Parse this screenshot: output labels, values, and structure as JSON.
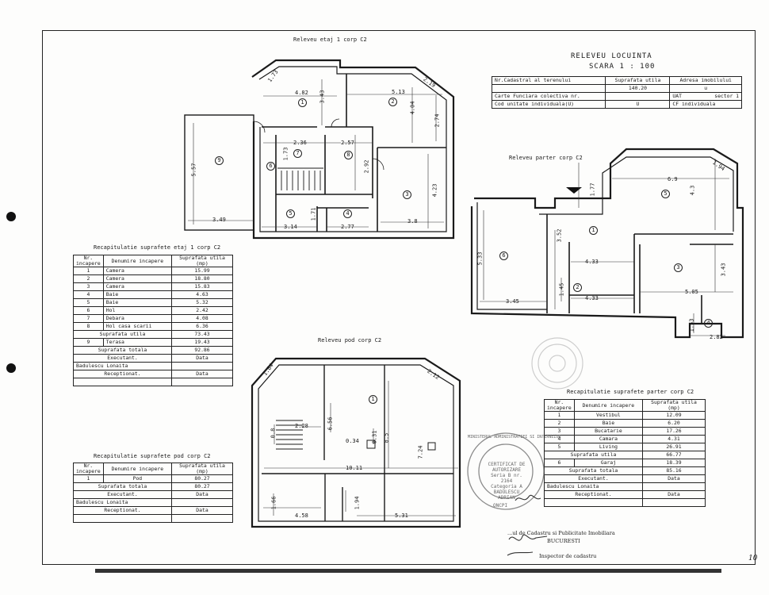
{
  "header": {
    "title": "RELEVEU LOCUINTA",
    "scale": "SCARA 1 : 100"
  },
  "info": {
    "nr_cadastral": "Nr.Cadastral al terenului",
    "suprafata_label": "Suprafata utila",
    "adresa": "Adresa imobilului",
    "suprafata_value": "140.20",
    "u1": "u",
    "carte": "Carte Funciara colectiva nr.",
    "uat": "UAT",
    "sector": "sector 1",
    "cod": "Cod unitate individuala(U)",
    "u2": "U",
    "cf": "CF individuala"
  },
  "plans": {
    "etaj_title": "Releveu etaj 1 corp C2",
    "parter_title": "Releveu parter corp C2",
    "pod_title": "Releveu pod corp C2"
  },
  "etaj_dims": {
    "d1": "4.82",
    "d2": "5.13",
    "d3": "3.43",
    "d4": "4.04",
    "d5": "2.74",
    "d6": "2.36",
    "d7": "2.57",
    "d8": "2.92",
    "d9": "5.57",
    "d10": "3.49",
    "d11": "3.14",
    "d12": "2.77",
    "d13": "3.8",
    "d14": "4.23",
    "d15": "1.73",
    "d16": "1.71",
    "d17": "2.19",
    "d18": "1.73"
  },
  "etaj_rooms": [
    "1",
    "2",
    "3",
    "4",
    "5",
    "6",
    "7",
    "8",
    "9"
  ],
  "parter_dims": {
    "d1": "6.9",
    "d2": "1.94",
    "d3": "4.3",
    "d4": "1.77",
    "d5": "3.52",
    "d6": "4.33",
    "d7": "4.33",
    "d8": "5.05",
    "d9": "3.43",
    "d10": "5.33",
    "d11": "3.45",
    "d12": "1.45",
    "d13": "2.82",
    "d14": "1.53"
  },
  "parter_rooms": [
    "1",
    "2",
    "3",
    "4",
    "5",
    "6"
  ],
  "pod_dims": {
    "d1": "2.28",
    "d2": "6.56",
    "d3": "0.34",
    "d4": "0.31",
    "d5": "8.5",
    "d6": "10.11",
    "d7": "7.24",
    "d8": "4.58",
    "d9": "5.31",
    "d10": "1.66",
    "d11": "1.94",
    "d12": "0.8",
    "d13": "1.84",
    "d14": "2.12"
  },
  "pod_rooms": [
    "1"
  ],
  "etaj_table": {
    "title": "Recapitulatie suprafete etaj 1 corp C2",
    "headers": [
      "Nr. incapere",
      "Denumire incapere",
      "Suprafata utila (mp)"
    ],
    "rows": [
      [
        "1",
        "Camera",
        "15.99"
      ],
      [
        "2",
        "Camera",
        "18.80"
      ],
      [
        "3",
        "Camera",
        "15.83"
      ],
      [
        "4",
        "Baie",
        "4.63"
      ],
      [
        "5",
        "Baie",
        "5.32"
      ],
      [
        "6",
        "Hol",
        "2.42"
      ],
      [
        "7",
        "Debara",
        "4.08"
      ],
      [
        "8",
        "Hol casa scarii",
        "6.36"
      ]
    ],
    "sub_label": "Suprafata utila",
    "sub_value": "73.43",
    "row9": [
      "9",
      "Terasa",
      "19.43"
    ],
    "total_label": "Suprafata totala",
    "total_value": "92.86",
    "exec_label": "Executant.",
    "exec_date": "Data",
    "exec_name": "Badulescu Lonaita",
    "recep_label": "Receptionat.",
    "recep_date": "Data"
  },
  "pod_table": {
    "title": "Recapitulatie suprafete pod corp C2",
    "headers": [
      "Nr. incapere",
      "Denumire incapere",
      "Suprafata utila (mp)"
    ],
    "rows": [
      [
        "1",
        "Pod",
        "80.27"
      ]
    ],
    "total_label": "Suprafata totala",
    "total_value": "80.27",
    "exec_label": "Executant.",
    "exec_date": "Data",
    "exec_name": "Badulescu Lonaita",
    "recep_label": "Receptionat.",
    "recep_date": "Data"
  },
  "parter_table": {
    "title": "Recapitulatie suprafete parter corp C2",
    "headers": [
      "Nr. incapere",
      "Denumire incapere",
      "Suprafata utila (mp)"
    ],
    "rows": [
      [
        "1",
        "Vestibul",
        "12.09"
      ],
      [
        "2",
        "Baie",
        "6.20"
      ],
      [
        "3",
        "Bucatarie",
        "17.26"
      ],
      [
        "4",
        "Camara",
        "4.31"
      ],
      [
        "5",
        "Living",
        "26.91"
      ]
    ],
    "sub_label": "Suprafata utila",
    "sub_value": "66.77",
    "row6": [
      "6",
      "Garaj",
      "18.39"
    ],
    "total_label": "Suprafata totala",
    "total_value": "85.16",
    "exec_label": "Executant.",
    "exec_date": "Data",
    "exec_name": "Badulescu Lonaita",
    "recep_label": "Receptionat.",
    "recep_date": "Data"
  },
  "stamp": {
    "lines": [
      "MINISTERUL ADMINISTRATIEI SI INTERNELOR",
      "CERTIFICAT DE AUTORIZARE",
      "Seria B nr. 2164",
      "Categoria A",
      "BADULESCU ADRIAN",
      "ONCPI"
    ]
  },
  "office": {
    "line1": "...ul de Cadastru si Publicitate Imobiliara",
    "line2": "BUCURESTI",
    "line3": "Inspector de cadastru"
  },
  "page_number": "10"
}
